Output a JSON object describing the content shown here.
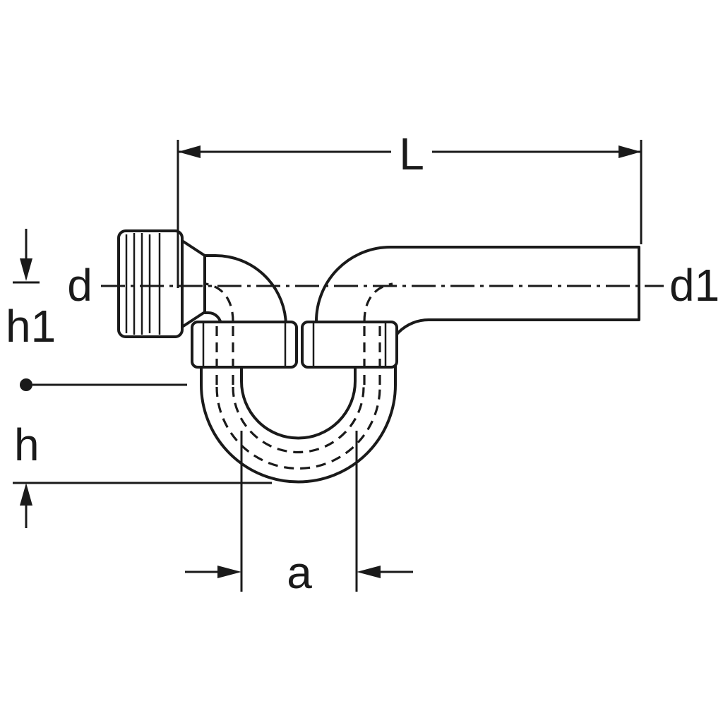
{
  "diagram": {
    "labels": {
      "L": "L",
      "d": "d",
      "d1": "d1",
      "h1": "h1",
      "h": "h",
      "a": "a"
    },
    "colors": {
      "line": "#1a1a1a",
      "background": "#ffffff"
    }
  }
}
